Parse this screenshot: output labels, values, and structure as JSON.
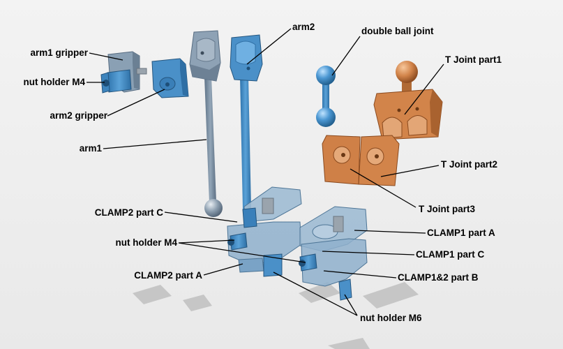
{
  "labels": {
    "arm1_gripper": "arm1 gripper",
    "nut_holder_m4_top": "nut holder M4",
    "arm2_gripper": "arm2 gripper",
    "arm1": "arm1",
    "arm2": "arm2",
    "double_ball_joint": "double ball joint",
    "t_joint_part1": "T Joint part1",
    "t_joint_part2": "T Joint part2",
    "t_joint_part3": "T Joint part3",
    "clamp2_part_c": "CLAMP2 part C",
    "nut_holder_m4_bottom": "nut holder M4",
    "clamp2_part_a": "CLAMP2 part A",
    "clamp1_part_a": "CLAMP1 part A",
    "clamp1_part_c": "CLAMP1 part C",
    "clamp12_part_b": "CLAMP1&2 part B",
    "nut_holder_m6": "nut holder M6"
  },
  "colors": {
    "blue_part": "#4a90c8",
    "grey_part": "#7f95aa",
    "orange_part": "#d2844a",
    "translucent_part": "#8fb0cc",
    "shadow": "#c9c9c9",
    "leader": "#000000"
  }
}
